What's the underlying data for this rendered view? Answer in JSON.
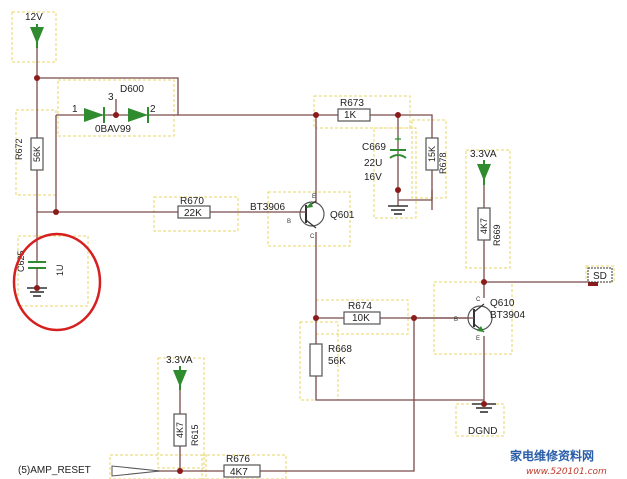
{
  "power": {
    "v12": "12V",
    "v33a_right": "3.3VA",
    "v33a_bottom": "3.3VA",
    "dgnd": "DGND"
  },
  "diode": {
    "ref": "D600",
    "part": "0BAV99",
    "pin1": "1",
    "pin2": "2",
    "pin3": "3"
  },
  "resistors": {
    "r672": {
      "ref": "R672",
      "value": "56K"
    },
    "r673": {
      "ref": "R673",
      "value": "1K"
    },
    "r678": {
      "ref": "R678",
      "value": "15K"
    },
    "r670": {
      "ref": "R670",
      "value": "22K"
    },
    "r669": {
      "ref": "R669",
      "value": "4K7"
    },
    "r674": {
      "ref": "R674",
      "value": "10K"
    },
    "r668": {
      "ref": "R668",
      "value": "56K"
    },
    "r615": {
      "ref": "R615",
      "value": "4K7"
    },
    "r676": {
      "ref": "R676",
      "value": "4K7"
    }
  },
  "capacitors": {
    "c669": {
      "ref": "C669",
      "value": "22U",
      "voltage": "16V"
    },
    "c625": {
      "ref": "C625",
      "value": "1U"
    }
  },
  "transistors": {
    "q601": {
      "ref": "Q601",
      "part": "BT3906",
      "b": "B",
      "c": "C",
      "e": "E"
    },
    "q610": {
      "ref": "Q610",
      "part": "BT3904",
      "b": "B",
      "c": "C",
      "e": "E"
    }
  },
  "nets": {
    "sd": "SD",
    "amp_reset": "(5)AMP_RESET"
  },
  "watermark": {
    "cn": "家电维修资料网",
    "url": "www.520101.com"
  },
  "colors": {
    "wire": "#7a4a4a",
    "highlight": "#d62020",
    "box": "#e8d46a",
    "arrow": "#2e8b2e"
  }
}
